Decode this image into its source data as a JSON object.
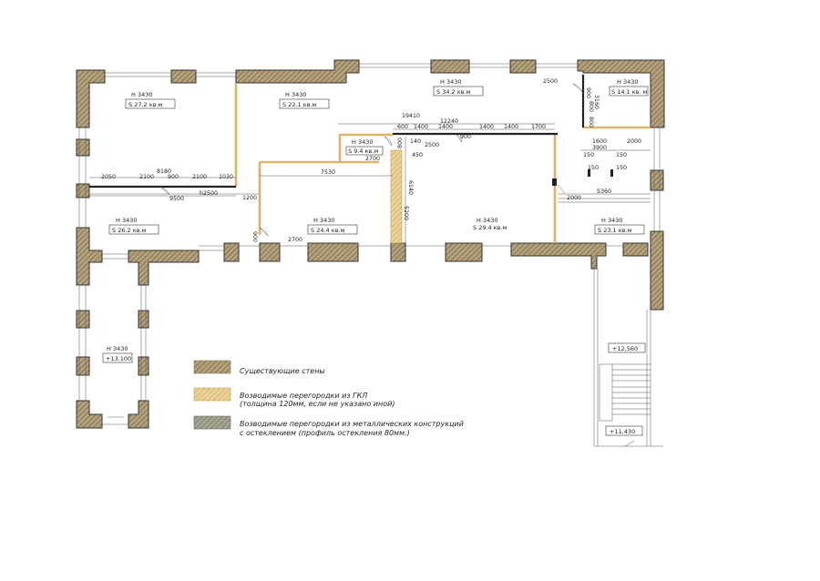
{
  "rooms": [
    {
      "id": "r1",
      "height": "H 3430",
      "area": "S 27.2 кв.м"
    },
    {
      "id": "r2",
      "height": "H 3430",
      "area": "S 22.1 кв.м"
    },
    {
      "id": "r3",
      "height": "H 3430",
      "area": "S 34.2 кв.м"
    },
    {
      "id": "r4",
      "height": "H 3430",
      "area": "S 14.1 кв. м"
    },
    {
      "id": "r5",
      "height": "H 3430",
      "area": "S 9.4 кв.м"
    },
    {
      "id": "r6",
      "height": "H 3430",
      "area": "S 26.2 кв.м"
    },
    {
      "id": "r7",
      "height": "H 3430",
      "area": "S 24.4 кв.м"
    },
    {
      "id": "r8",
      "height": "H 3430",
      "area": "S 29.4 кв.м"
    },
    {
      "id": "r9",
      "height": "H 3430",
      "area": "S 23.1 кв.м"
    },
    {
      "id": "r10",
      "height": "H 3430",
      "area": "+13.100"
    }
  ],
  "levels": {
    "stair_top": "+12.560",
    "stair_bottom": "+11.430"
  },
  "dimensions": {
    "d19410": "19410",
    "d12240": "12240",
    "d600": "600",
    "d1400a": "1400",
    "d1400b": "1400",
    "d1400c": "1400",
    "d1400d": "1400",
    "d1700": "1700",
    "d2500a": "2500",
    "d900a": "900",
    "d140": "140",
    "d800a": "800",
    "d2700a": "2700",
    "d450": "450",
    "d7530": "7530",
    "d5200": "5200",
    "d6140": "6140",
    "d8180": "8180",
    "d2050": "2050",
    "d2100a": "2100",
    "d900b": "900",
    "d2100b": "2100",
    "d1030": "1030",
    "d9500": "9500",
    "h2500": "h2500",
    "d1200": "1200",
    "d900c": "900",
    "d2700b": "2700",
    "d2500b": "2500",
    "d900d": "900",
    "d3160": "3160",
    "d800b": "800",
    "d800c": "800",
    "d1600": "1600",
    "d3900": "3900",
    "d2000a": "2000",
    "d150a": "150",
    "d150b": "150",
    "d150c": "150",
    "d150d": "150",
    "d2000b": "2000",
    "d5360": "5360"
  },
  "legend": [
    {
      "kind": "existing",
      "text1": "Существующие стены",
      "text2": ""
    },
    {
      "kind": "gkl",
      "text1": "Возводимые перегородки из ГКЛ",
      "text2": "(толщина 120мм, если не указано иной)"
    },
    {
      "kind": "metal",
      "text1": "Возводимые перегородки из металлических конструкций",
      "text2": "с остеклением (профиль остекления 80мм.)"
    }
  ],
  "colors": {
    "existing": "#8a7a5a",
    "gkl": "#d9b46a",
    "metal": "#8b8b7a"
  }
}
